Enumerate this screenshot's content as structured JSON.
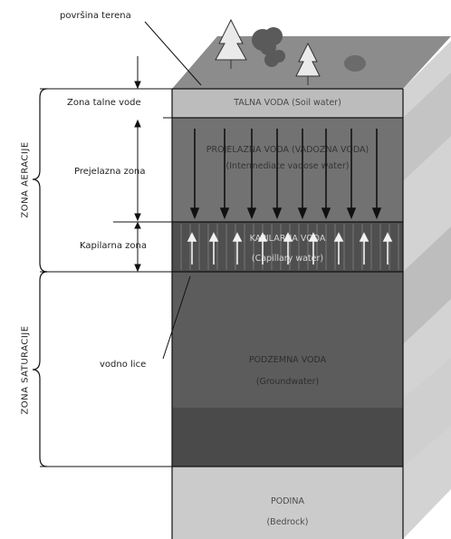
{
  "labels": {
    "surface": "površina terena",
    "soil_zone": "Zona talne vode",
    "intermediate_zone": "Prejelazna zona",
    "capillary_zone": "Kapilarna zona",
    "water_table": "vodno lice",
    "unsaturated_zone": "ZONA AERACIJE",
    "saturated_zone": "ZONA SATURACIJE"
  },
  "block_text": {
    "soil_water": "TALNA VODA (Soil water)",
    "intermediate_water": "PROJELAZNA VODA (VADOZNA VODA)",
    "intermediate_water_en": "(Intermediate vadose water)",
    "capillary_water": "KAPILARNA VODA",
    "capillary_water_en": "(Capillary water)",
    "groundwater": "PODZEMNA VODA",
    "groundwater_en": "(Groundwater)",
    "bedrock": "PODINA",
    "bedrock_en": "(Bedrock)"
  },
  "colors": {
    "sky": "#b8b8b8",
    "top_surface": "#8a8a8a",
    "soil_layer": "#b8b8b8",
    "intermediate_layer": "#6f6f6f",
    "capillary_layer": "#4e4e4e",
    "groundwater_layer": "#5a5a5a",
    "bedrock_layer": "#c9c9c9",
    "side_face": "#d2d2d2"
  }
}
